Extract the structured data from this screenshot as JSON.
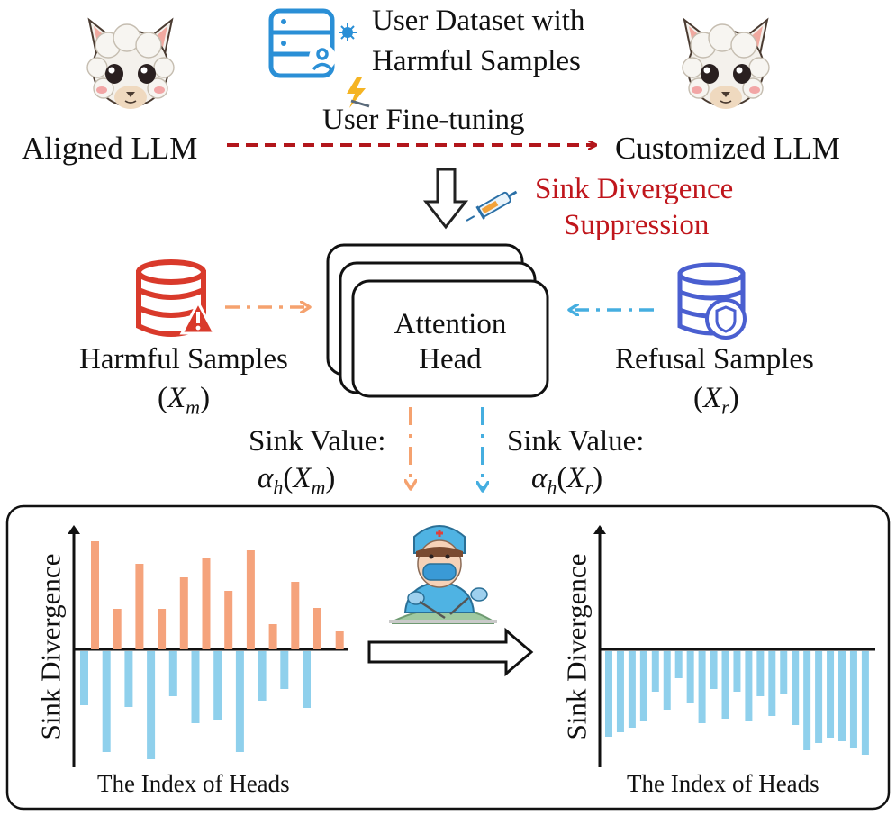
{
  "top": {
    "dataset_line1": "User Dataset with",
    "dataset_line2": "Harmful Samples",
    "finetune_label": "User Fine-tuning",
    "aligned_label": "Aligned LLM",
    "customized_label": "Customized LLM"
  },
  "suppression": {
    "line1": "Sink Divergence",
    "line2": "Suppression"
  },
  "middle": {
    "head_line1": "Attention",
    "head_line2": "Head",
    "harmful_label": "Harmful Samples",
    "harmful_math_var": "X",
    "harmful_math_sub": "m",
    "refusal_label": "Refusal Samples",
    "refusal_math_var": "X",
    "refusal_math_sub": "r",
    "sink_left_label": "Sink Value:",
    "sink_right_label": "Sink Value:",
    "alpha_symbol": "α",
    "alpha_sub": "h"
  },
  "colors": {
    "harmful": "#d93a2b",
    "refusal": "#4a5fd0",
    "orange_arrow": "#f5a26f",
    "blue_arrow": "#45aee0",
    "red_dash": "#b2161b",
    "bar_orange": "#f5a37c",
    "bar_blue": "#8fd0ec"
  },
  "chart_data": [
    {
      "type": "bar",
      "ylabel": "Sink Divergence",
      "xlabel": "The Index of Heads",
      "positive_values": [
        120,
        45,
        95,
        45,
        80,
        102,
        65,
        110,
        28,
        75,
        46,
        20
      ],
      "negative_values": [
        -60,
        -112,
        -62,
        -120,
        -50,
        -80,
        -76,
        -112,
        -55,
        -42,
        -63
      ]
    },
    {
      "type": "bar",
      "ylabel": "Sink Divergence",
      "xlabel": "The Index of Heads",
      "negative_values": [
        -95,
        -90,
        -85,
        -78,
        -45,
        -65,
        -30,
        -58,
        -80,
        -42,
        -75,
        -45,
        -78,
        -50,
        -72,
        -48,
        -82,
        -110,
        -102,
        -96,
        -100,
        -108,
        -115
      ]
    }
  ]
}
